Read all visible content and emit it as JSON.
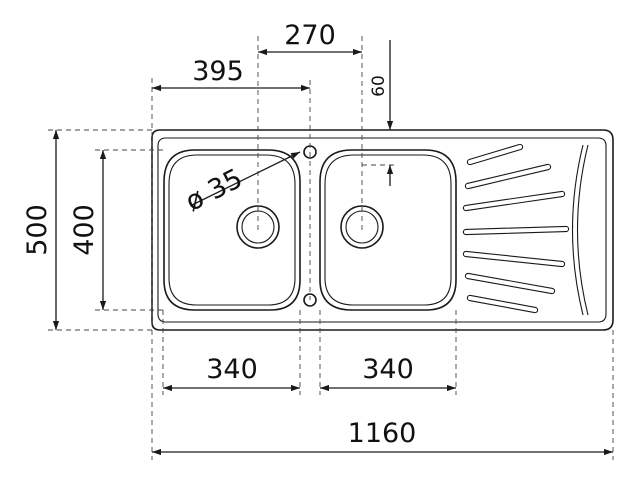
{
  "dimensions": {
    "total_width": "1160",
    "bowl_width_left": "340",
    "bowl_width_right": "340",
    "offset_395": "395",
    "spacing_270": "270",
    "depth_60": "60",
    "total_depth": "500",
    "bowl_depth": "400",
    "hole_diameter": "ø 35"
  }
}
